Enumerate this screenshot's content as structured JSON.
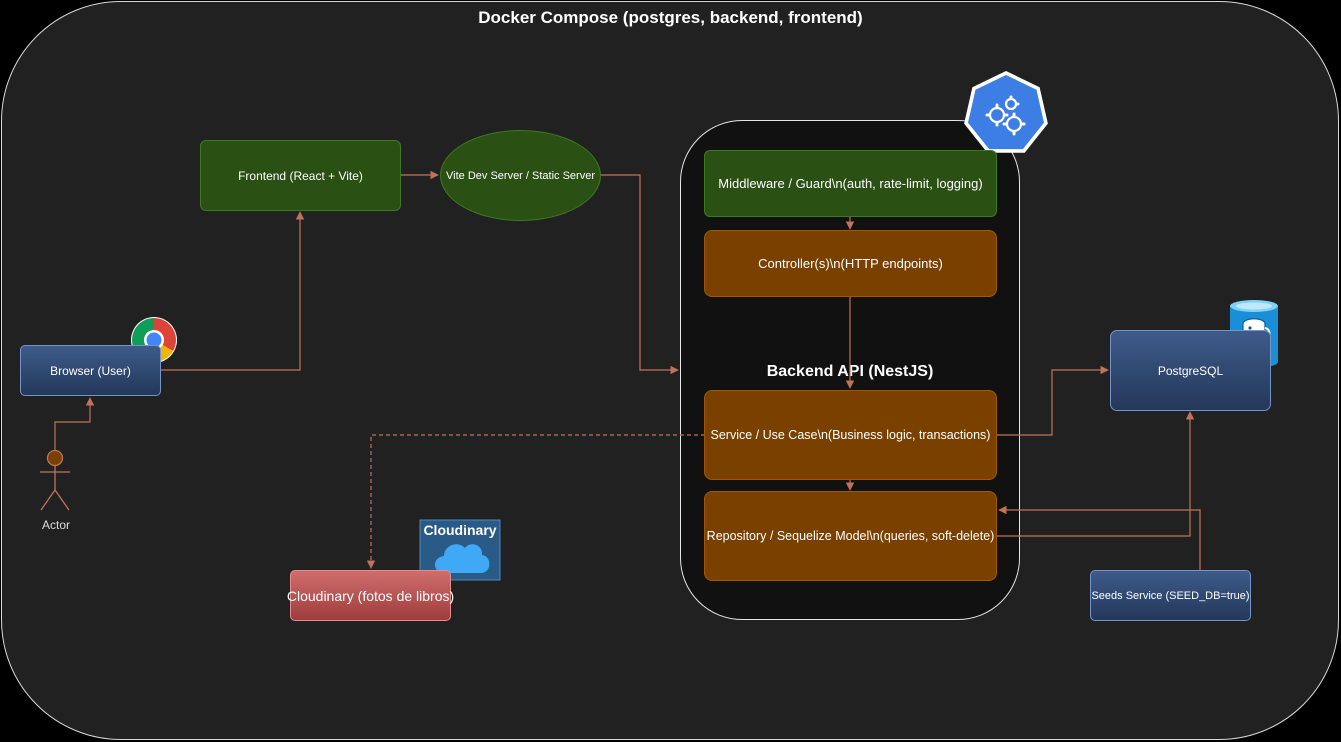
{
  "compose": {
    "title": "Docker Compose (postgres, backend, frontend)"
  },
  "backend": {
    "title": "Backend API (NestJS)"
  },
  "nodes": {
    "frontend": "Frontend (React + Vite)",
    "vite": "Vite Dev Server / Static Server",
    "browser": "Browser (User)",
    "actor": "Actor",
    "middleware": "Middleware / Guard\\n(auth, rate-limit, logging)",
    "controller": "Controller(s)\\n(HTTP endpoints)",
    "service": "Service / Use Case\\n(Business logic, transactions)",
    "repository": "Repository / Sequelize Model\\n(queries, soft-delete)",
    "postgres": "PostgreSQL",
    "seeds": "Seeds Service (SEED_DB=true)",
    "cloudinary": "Cloudinary (fotos de libros)",
    "cloudinary_icon_label": "Cloudinary"
  },
  "icons": {
    "browser": "chrome-icon",
    "backend": "kubernetes-gears-icon",
    "postgres": "postgres-elephant-icon",
    "cloudinary": "cloud-icon",
    "actor": "stick-figure-icon"
  },
  "colors": {
    "background": "#212121",
    "edge": "#c0735a",
    "green": "#2a5014",
    "orange": "#7a4000",
    "blue": "#2f4a74",
    "red": "#b85555"
  }
}
